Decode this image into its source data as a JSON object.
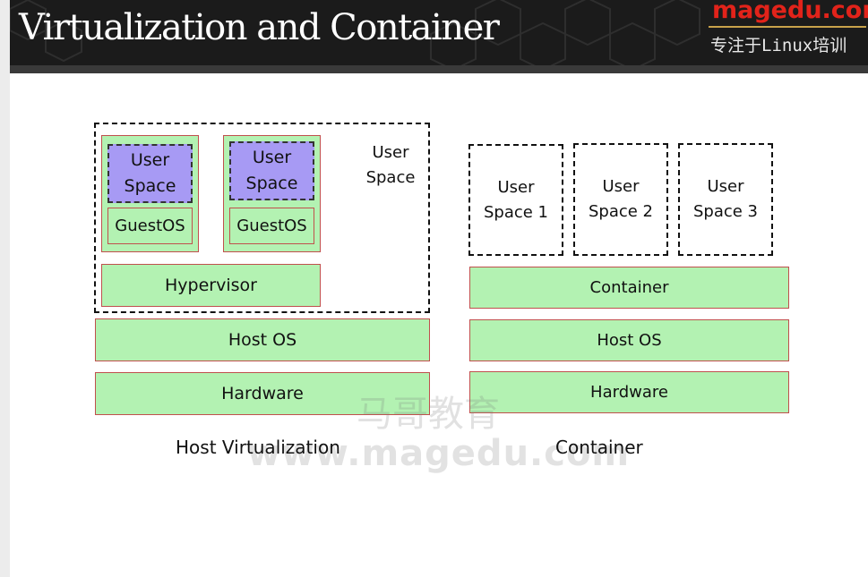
{
  "header": {
    "title": "Virtualization and Container",
    "brand": {
      "name": "magedu",
      "tld": ".com",
      "tagline": "专注于Linux培训"
    }
  },
  "host_virtualization": {
    "caption": "Host Virtualization",
    "outer_user_space": [
      "User",
      "Space"
    ],
    "vms": [
      {
        "user_space": [
          "User",
          "Space"
        ],
        "guest_os": "GuestOS"
      },
      {
        "user_space": [
          "User",
          "Space"
        ],
        "guest_os": "GuestOS"
      }
    ],
    "hypervisor": "Hypervisor",
    "host_os": "Host OS",
    "hardware": "Hardware"
  },
  "container": {
    "caption": "Container",
    "user_spaces": [
      [
        "User",
        "Space 1"
      ],
      [
        "User",
        "Space 2"
      ],
      [
        "User",
        "Space 3"
      ]
    ],
    "container_layer": "Container",
    "host_os": "Host OS",
    "hardware": "Hardware"
  },
  "watermark": {
    "cn": "马哥教育",
    "url": "www.magedu.com"
  },
  "colors": {
    "layer_fill": "#b3f2b2",
    "layer_border": "#c0504d",
    "user_space_fill": "#a79af4",
    "header_bg": "#1b1b1b",
    "brand_red": "#e2231a"
  }
}
